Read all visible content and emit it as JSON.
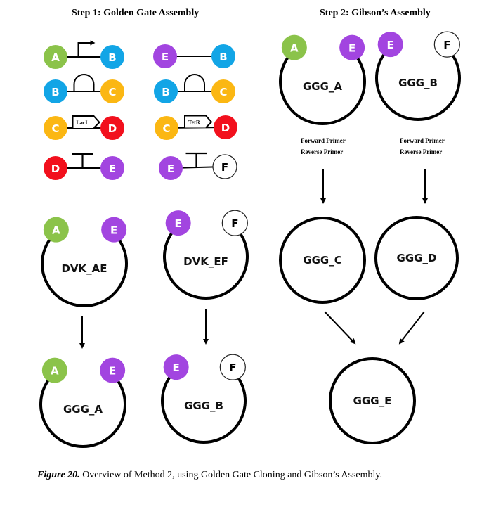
{
  "titles": {
    "step1": "Step 1: Golden Gate Assembly",
    "step2": "Step 2: Gibson’s Assembly"
  },
  "colors": {
    "A": "#8bc34a",
    "B": "#12a5e6",
    "C": "#fbb713",
    "D": "#f2101d",
    "E": "#a245e0",
    "F": "#ffffff",
    "line": "#000000"
  },
  "parts": [
    {
      "left": "A",
      "right": "B",
      "feature": "promoter",
      "label": ""
    },
    {
      "left": "B",
      "right": "C",
      "feature": "rbs",
      "label": ""
    },
    {
      "left": "C",
      "right": "D",
      "feature": "cds",
      "label": "LacI"
    },
    {
      "left": "D",
      "right": "E",
      "feature": "terminator",
      "label": ""
    },
    {
      "left": "E",
      "right": "B",
      "feature": "none",
      "label": ""
    },
    {
      "left": "B",
      "right": "C",
      "feature": "rbs",
      "label": ""
    },
    {
      "left": "C",
      "right": "D",
      "feature": "cds",
      "label": "TetR"
    },
    {
      "left": "E",
      "right": "F",
      "feature": "terminator",
      "label": ""
    }
  ],
  "plasmids": [
    {
      "id": "dvk_ae",
      "name": "DVK_AE",
      "left": "A",
      "right": "E"
    },
    {
      "id": "dvk_ef",
      "name": "DVK_EF",
      "left": "E",
      "right": "F"
    },
    {
      "id": "ggg_a_step1",
      "name": "GGG_A",
      "left": "A",
      "right": "E"
    },
    {
      "id": "ggg_b_step1",
      "name": "GGG_B",
      "left": "E",
      "right": "F"
    },
    {
      "id": "ggg_a_step2",
      "name": "GGG_A",
      "left": "A",
      "right": "E"
    },
    {
      "id": "ggg_b_step2",
      "name": "GGG_B",
      "left": "E",
      "right": "F"
    },
    {
      "id": "ggg_c",
      "name": "GGG_C",
      "left": "",
      "right": ""
    },
    {
      "id": "ggg_d",
      "name": "GGG_D",
      "left": "",
      "right": ""
    },
    {
      "id": "ggg_e",
      "name": "GGG_E",
      "left": "",
      "right": ""
    }
  ],
  "primers": [
    {
      "forward": "Forward Primer",
      "reverse": "Reverse Primer"
    },
    {
      "forward": "Forward Primer",
      "reverse": "Reverse Primer"
    }
  ],
  "caption": {
    "label": "Figure 20.",
    "text": " Overview of Method 2, using Golden Gate Cloning and Gibson’s Assembly."
  }
}
